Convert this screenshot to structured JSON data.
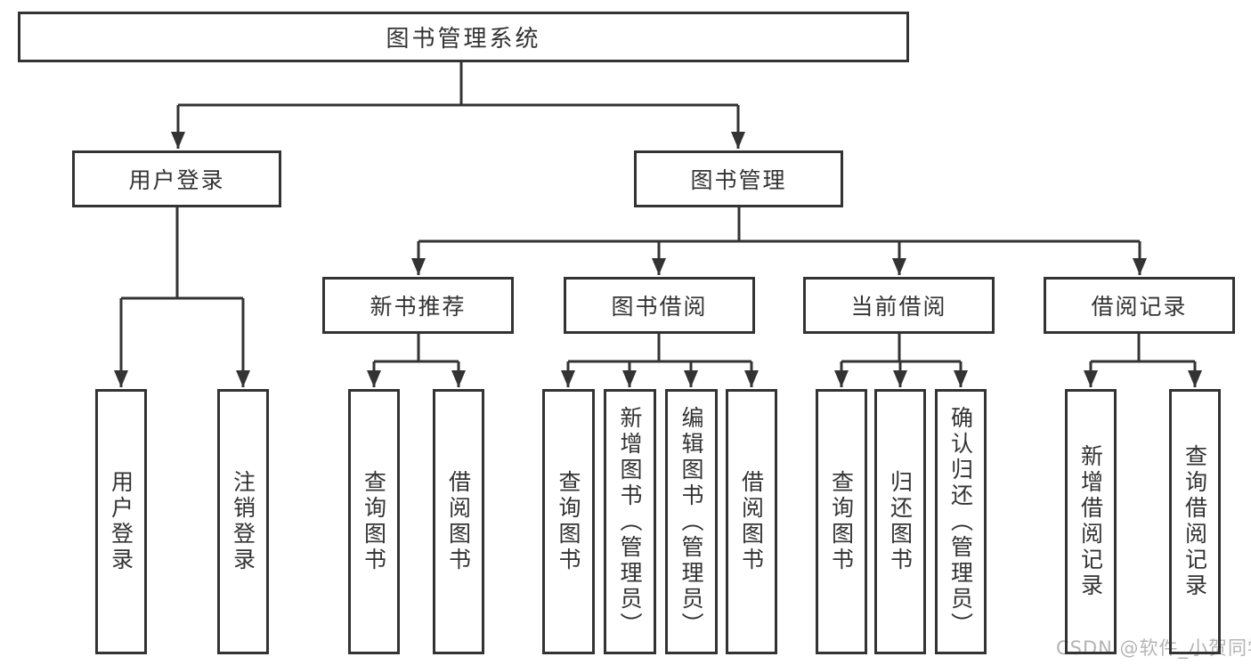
{
  "diagram_type": "hierarchy-function-chart",
  "colors": {
    "line": "#333333",
    "text": "#333333",
    "box_background": "#ffffff",
    "page_background": "#ffffff",
    "watermark": "#b4b4b4"
  },
  "tree": {
    "label": "图书管理系统",
    "children": [
      {
        "label": "用户登录",
        "children": [
          {
            "label": "用户登录"
          },
          {
            "label": "注销登录"
          }
        ]
      },
      {
        "label": "图书管理",
        "children": [
          {
            "label": "新书推荐",
            "children": [
              {
                "label": "查询图书"
              },
              {
                "label": "借阅图书"
              }
            ]
          },
          {
            "label": "图书借阅",
            "children": [
              {
                "label": "查询图书"
              },
              {
                "label": "新增图书（管理员）"
              },
              {
                "label": "编辑图书（管理员）"
              },
              {
                "label": "借阅图书"
              }
            ]
          },
          {
            "label": "当前借阅",
            "children": [
              {
                "label": "查询图书"
              },
              {
                "label": "归还图书"
              },
              {
                "label": "确认归还（管理员）"
              }
            ]
          },
          {
            "label": "借阅记录",
            "children": [
              {
                "label": "新增借阅记录"
              },
              {
                "label": "查询借阅记录"
              }
            ]
          }
        ]
      }
    ]
  },
  "watermark": {
    "text": "CSDN @软件_小贺同学"
  }
}
